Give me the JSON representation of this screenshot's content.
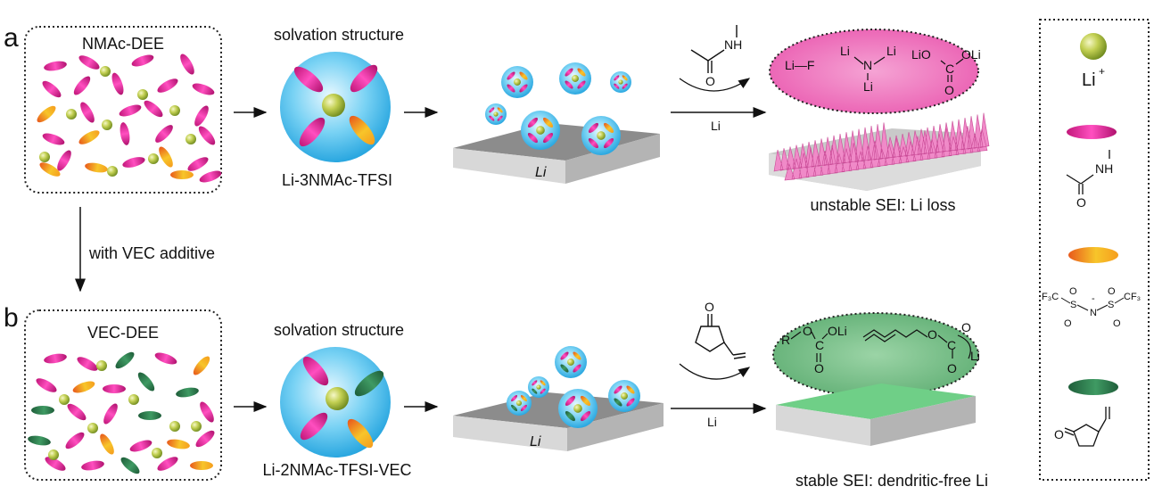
{
  "panels": {
    "a": "a",
    "b": "b"
  },
  "row_a": {
    "box_title": "NMAc-DEE",
    "solvation_title": "solvation structure",
    "solvation_label": "Li-3NMAc-TFSI",
    "substrate_label": "Li",
    "arrow_reagent": "Li",
    "sei_label": "unstable SEI: Li loss",
    "sei_species": {
      "lif": "Li—F",
      "li": "Li",
      "n": "N",
      "lio": "LiO",
      "c": "C",
      "o": "O",
      "oli": "OLi"
    },
    "reactant_nh": "NH",
    "reactant_o": "O"
  },
  "transition_label": "with VEC additive",
  "row_b": {
    "box_title": "VEC-DEE",
    "solvation_title": "solvation structure",
    "solvation_label": "Li-2NMAc-TFSI-VEC",
    "substrate_label": "Li",
    "arrow_reagent": "Li",
    "sei_label": "stable SEI: dendritic-free Li",
    "sei_species": {
      "r": "R",
      "o": "O",
      "c": "C",
      "oli": "OLi",
      "li": "Li"
    },
    "reactant_o": "O"
  },
  "legend": {
    "li_ion": "Li",
    "li_charge": "+",
    "nmac_nh": "NH",
    "nmac_o": "O",
    "tfsi_f3c": "F₃C",
    "tfsi_cf3": "CF₃",
    "tfsi_s": "S",
    "tfsi_n": "N",
    "tfsi_o": "O",
    "tfsi_minus": "-",
    "vec_o": "O"
  },
  "colors": {
    "nmac": "#e8309c",
    "tfsi": "#f39c2a",
    "vec": "#2e7d4f",
    "li_ion": "#b7c74a",
    "solvation_shell": "#38b8ea",
    "sei_unstable": "#ec6fb8",
    "sei_stable": "#4dbf75",
    "substrate": "#8e8e8e"
  }
}
